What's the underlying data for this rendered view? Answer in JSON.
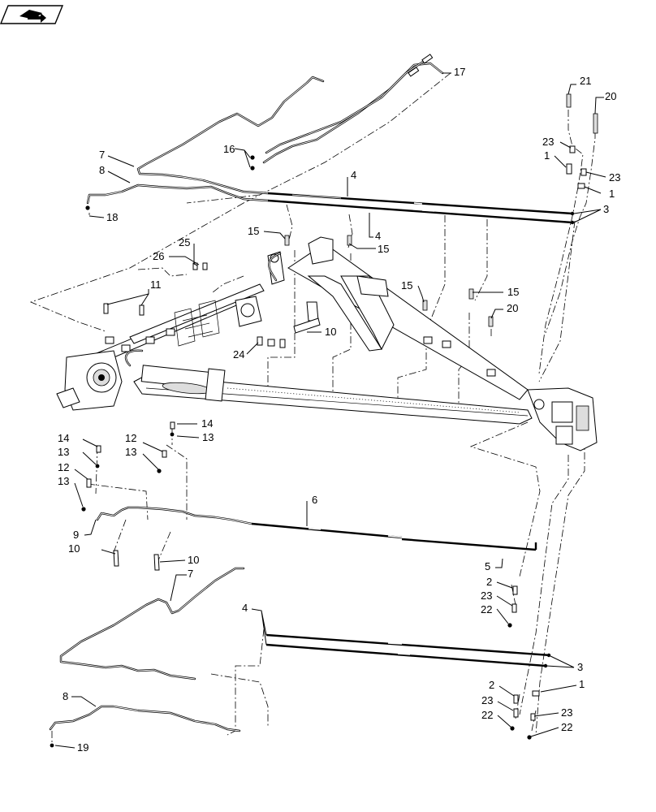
{
  "nav_icon": {
    "name": "book-arrow-icon"
  },
  "callouts": {
    "c17": "17",
    "c7a": "7",
    "c8a": "8",
    "c16": "16",
    "c18": "18",
    "c4a": "4",
    "c4b": "4",
    "c3a": "3",
    "c21": "21",
    "c20a": "20",
    "c23a": "23",
    "c1a": "1",
    "c23b": "23",
    "c1b": "1",
    "c15a": "15",
    "c15b": "15",
    "c15c": "15",
    "c15d": "15",
    "c25": "25",
    "c26": "26",
    "c11": "11",
    "c10a": "10",
    "c24": "24",
    "c20b": "20",
    "c14a": "14",
    "c13a": "13",
    "c14b": "14",
    "c12a": "12",
    "c13b": "13",
    "c13c": "13",
    "c12b": "12",
    "c13d": "13",
    "c6": "6",
    "c9": "9",
    "c10b": "10",
    "c10c": "10",
    "c5": "5",
    "c2a": "2",
    "c23c": "23",
    "c22a": "22",
    "c7b": "7",
    "c4c": "4",
    "c3b": "3",
    "c1c": "1",
    "c2b": "2",
    "c23d": "23",
    "c23e": "23",
    "c22b": "22",
    "c22c": "22",
    "c8b": "8",
    "c19": "19"
  }
}
